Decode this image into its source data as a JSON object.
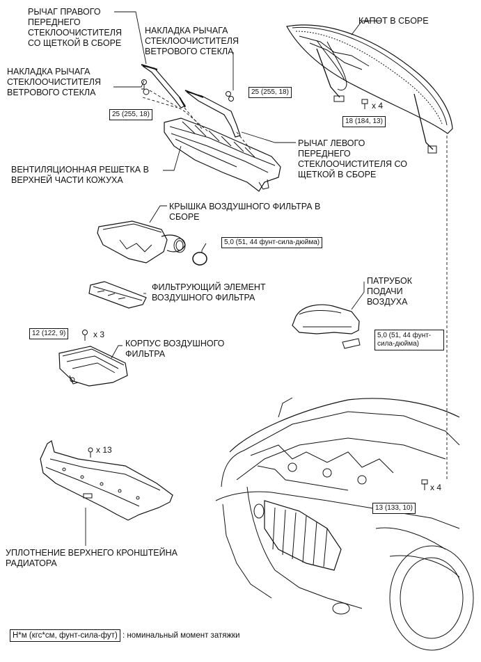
{
  "labels": {
    "right_wiper_arm": [
      "РЫЧАГ ПРАВОГО",
      "ПЕРЕДНЕГО",
      "СТЕКЛООЧИСТИТЕЛЯ",
      "СО ЩЕТКОЙ В СБОРЕ"
    ],
    "wiper_arm_cover_right": [
      "НАКЛАДКА РЫЧАГА",
      "СТЕКЛООЧИСТИТЕЛЯ",
      "ВЕТРОВОГО СТЕКЛА"
    ],
    "wiper_arm_cover_left": [
      "НАКЛАДКА РЫЧАГА",
      "СТЕКЛООЧИСТИТЕЛЯ",
      "ВЕТРОВОГО СТЕКЛА"
    ],
    "hood": [
      "КАПОТ В СБОРЕ"
    ],
    "left_wiper_arm": [
      "РЫЧАГ ЛЕВОГО",
      "ПЕРЕДНЕГО",
      "СТЕКЛООЧИСТИТЕЛЯ СО",
      "ЩЕТКОЙ В СБОРЕ"
    ],
    "cowl_louver": [
      "ВЕНТИЛЯЦИОННАЯ РЕШЕТКА В",
      "ВЕРХНЕЙ ЧАСТИ КОЖУХА"
    ],
    "air_cleaner_cap": [
      "КРЫШКА ВОЗДУШНОГО ФИЛЬТРА В",
      "СБОРЕ"
    ],
    "air_filter_element": [
      "ФИЛЬТРУЮЩИЙ ЭЛЕМЕНТ",
      "ВОЗДУШНОГО ФИЛЬТРА"
    ],
    "intake_duct": [
      "ПАТРУБОК",
      "ПОДАЧИ",
      "ВОЗДУХА"
    ],
    "air_cleaner_case": [
      "КОРПУС ВОЗДУШНОГО",
      "ФИЛЬТРА"
    ],
    "radiator_seal": [
      "УПЛОТНЕНИЕ ВЕРХНЕГО КРОНШТЕЙНА",
      "РАДИАТОРА"
    ]
  },
  "torques": {
    "wiper_right": "25 (255, 18)",
    "wiper_left": "25 (255, 18)",
    "hood": "18 (184, 13)",
    "air_cleaner_clamp": "5,0 (51, 44 фунт-сила-дюйма)",
    "intake_clamp": "5,0 (51, 44 фунт-сила-дюйма)",
    "air_case": "12 (122, 9)",
    "headlight": "13 (133, 10)"
  },
  "multipliers": {
    "hood": "x 4",
    "air_case": "x 3",
    "seal": "x 13",
    "headlight": "x 4"
  },
  "legend": {
    "unit": "Н*м (кгс*см, фунт-сила-фут)",
    "description": ": номинальный момент затяжки"
  }
}
